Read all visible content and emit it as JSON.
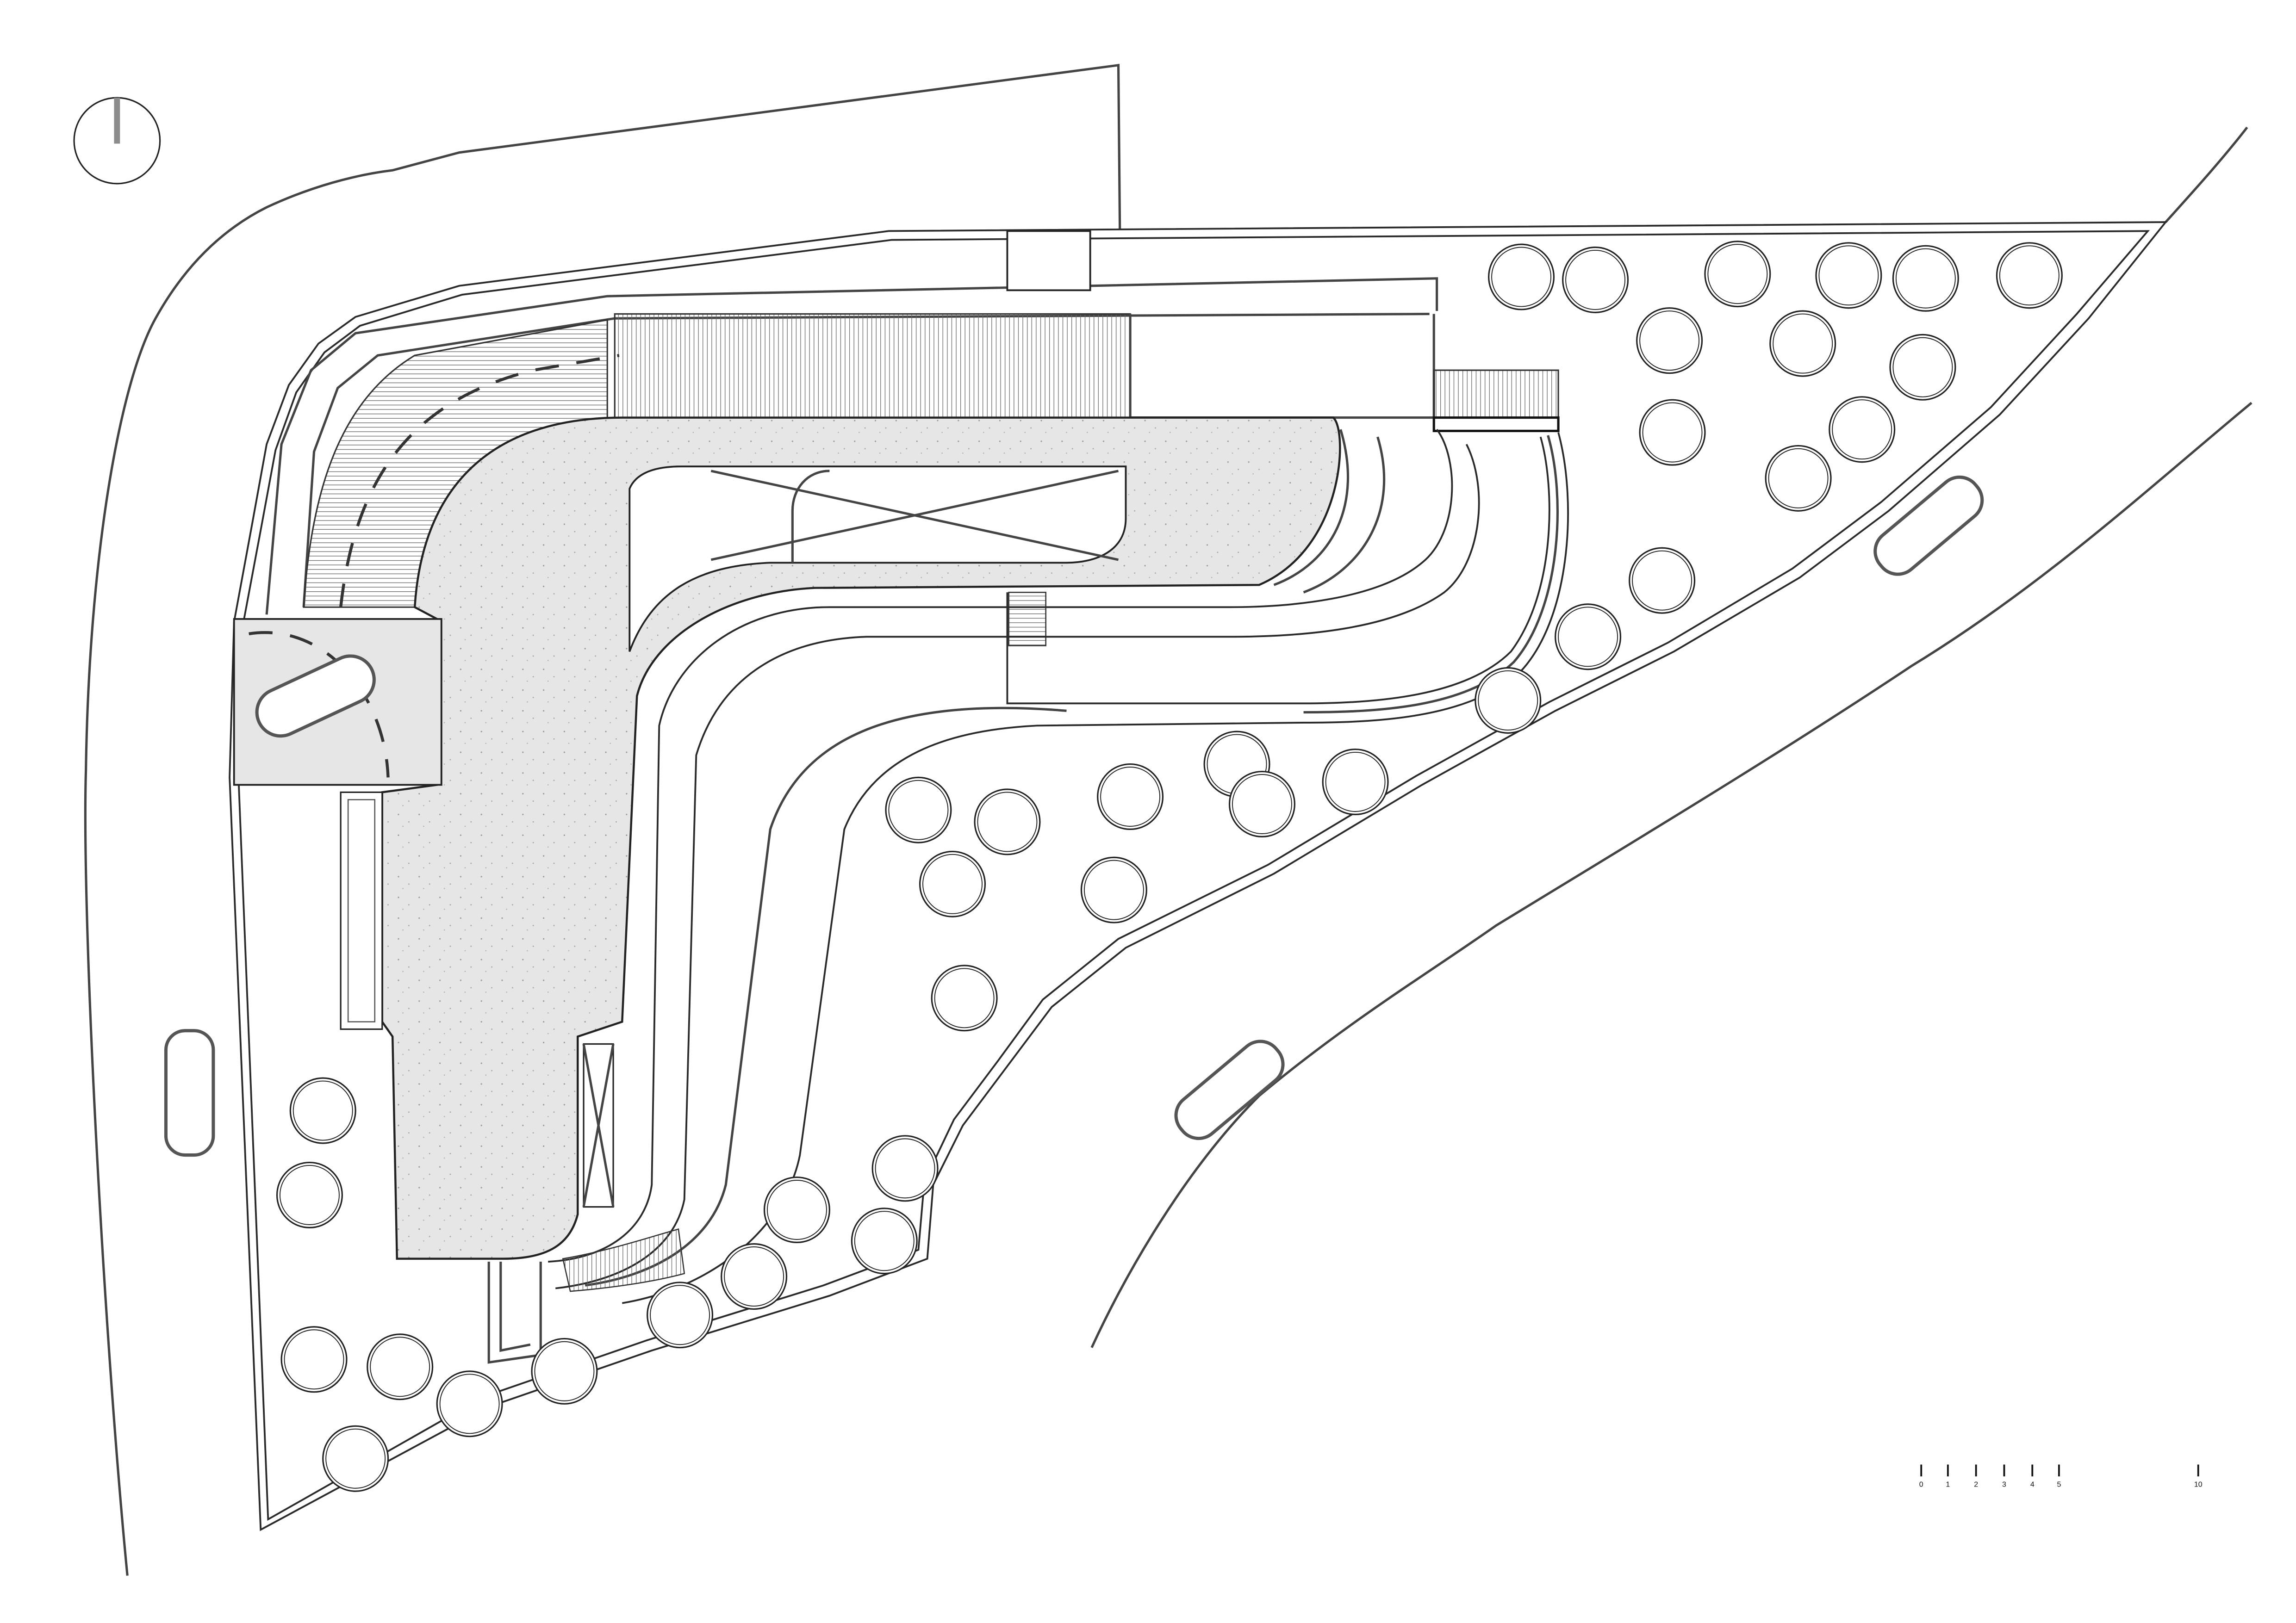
{
  "scale_bar": {
    "labels": [
      "0",
      "1",
      "2",
      "3",
      "4",
      "5",
      "10"
    ]
  },
  "colors": {
    "line": "#2a2a2a",
    "building_fill": "#e6e6e6",
    "north_arrow": "#8c8c8c",
    "background": "#ffffff"
  },
  "icons": [
    "north-arrow-icon",
    "tree-icon",
    "car-icon"
  ]
}
